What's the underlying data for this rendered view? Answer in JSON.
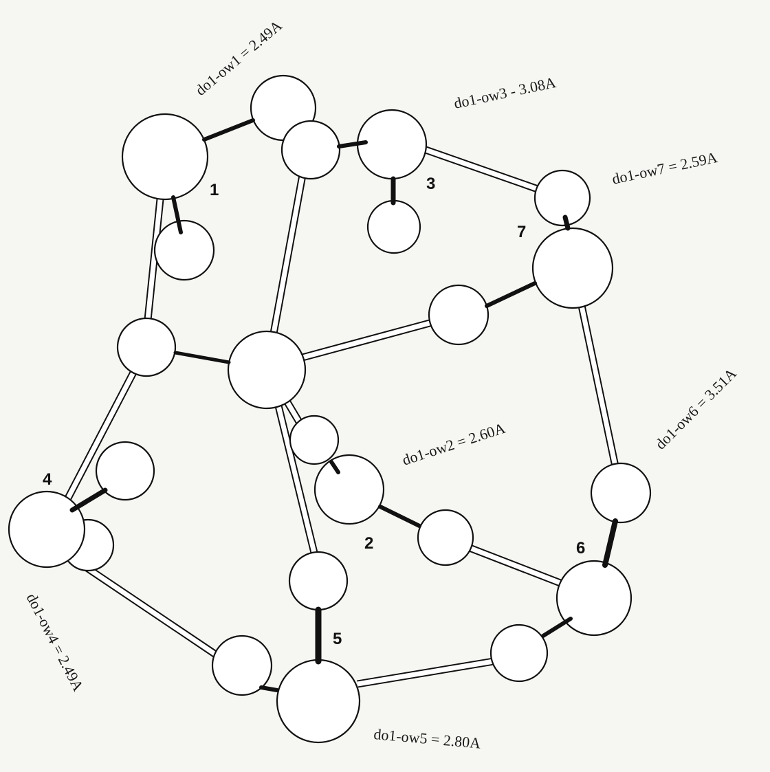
{
  "figure": {
    "bond_distances": [
      {
        "id": "ow1",
        "text": "do1-ow1 = 2.49A"
      },
      {
        "id": "ow3",
        "text": "do1-ow3 - 3.08A"
      },
      {
        "id": "ow7",
        "text": "do1-ow7 = 2.59A"
      },
      {
        "id": "ow2",
        "text": "do1-ow2 = 2.60A"
      },
      {
        "id": "ow6",
        "text": "do1-ow6 = 3.51A"
      },
      {
        "id": "ow4",
        "text": "do1-ow4 = 2.49A"
      },
      {
        "id": "ow5",
        "text": "do1-ow5 = 2.80A"
      }
    ],
    "site_numbers": [
      "1",
      "2",
      "3",
      "4",
      "5",
      "6",
      "7"
    ]
  },
  "colors": {
    "atom_fill": "#ffffff",
    "atom_stroke": "#111111",
    "hydrogen_bond": "#111111",
    "framework_bond": "#ffffff",
    "paper": "#f6f6f2"
  }
}
